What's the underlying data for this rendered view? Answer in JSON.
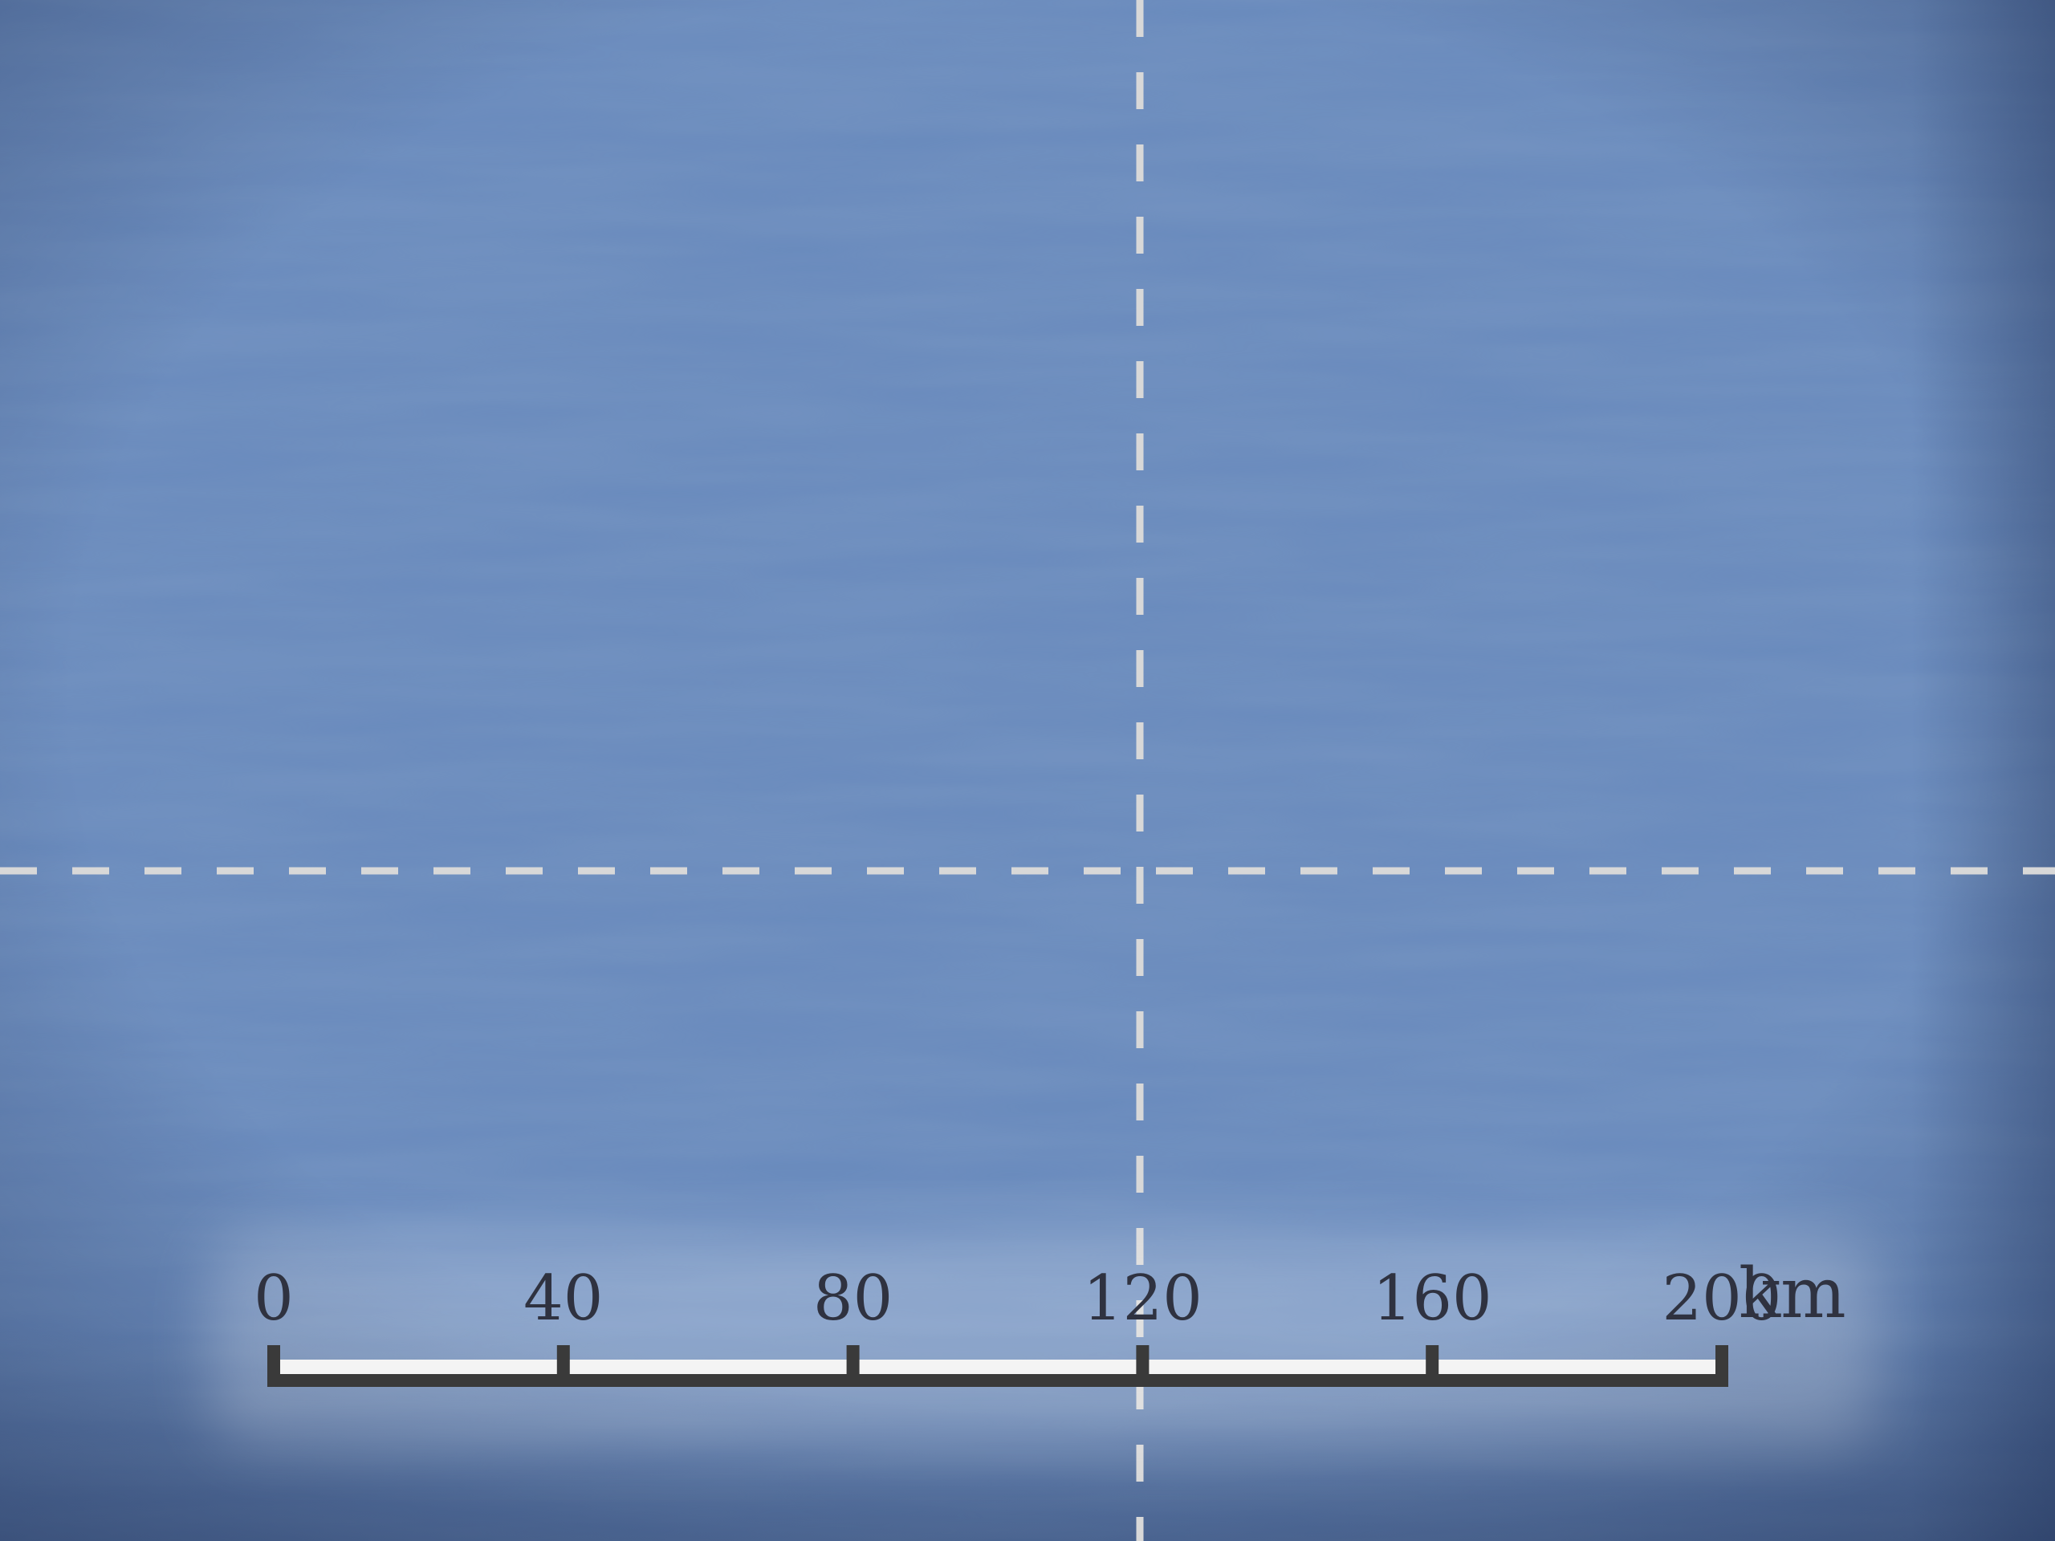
{
  "map": {
    "water_color": "#6a8bbd",
    "graticule_color": "#d8d8d8",
    "scale_bar": {
      "ticks": [
        0,
        40,
        80,
        120,
        160,
        200
      ],
      "labels": [
        "0",
        "40",
        "80",
        "120",
        "160",
        "200"
      ],
      "unit": "km",
      "bar_color": "#3a3a3a",
      "fill_color": "#f4f4f4"
    }
  }
}
